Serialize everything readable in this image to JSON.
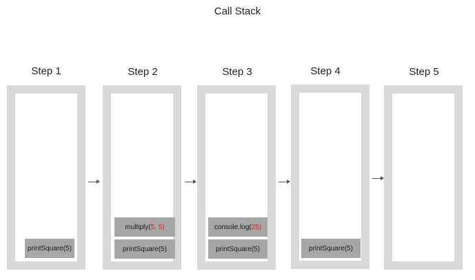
{
  "title": "Call Stack",
  "steps": [
    {
      "label": "Step 1",
      "frames": [
        "printSquare(5)"
      ]
    },
    {
      "label": "Step 2",
      "frames": [
        "multiply(",
        "printSquare(5)"
      ],
      "top_arg": "5, 5)"
    },
    {
      "label": "Step 3",
      "frames": [
        "console.log(",
        "printSquare(5)"
      ],
      "top_arg": "25)"
    },
    {
      "label": "Step 4",
      "frames": [
        "printSquare(5)"
      ]
    },
    {
      "label": "Step 5",
      "frames": []
    }
  ],
  "colors": {
    "frame_border": "#d9d9d9",
    "stack_block": "#a6a6a6",
    "argument_text": "#d42a2a"
  }
}
